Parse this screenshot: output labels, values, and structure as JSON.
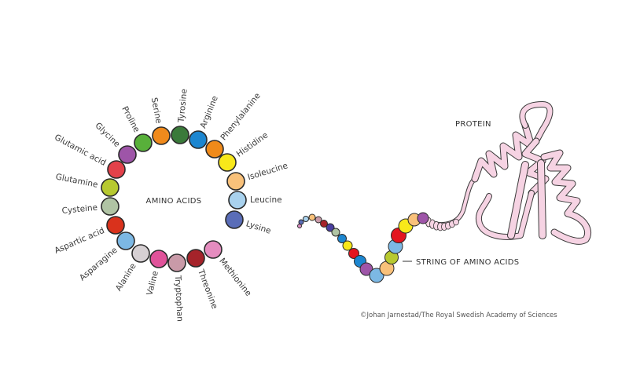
{
  "center_label": "AMINO ACIDS",
  "string_label": "STRING OF AMINO ACIDS",
  "protein_label": "PROTEIN",
  "credit": "©Johan Jarnestad/The Royal Swedish Academy of Sciences",
  "amino_acids": [
    {
      "name": "Serine",
      "color": "#f08a1c"
    },
    {
      "name": "Tyrosine",
      "color": "#3a7a3a"
    },
    {
      "name": "Arginine",
      "color": "#1c86d0"
    },
    {
      "name": "Phenylalanine",
      "color": "#ef8a1a"
    },
    {
      "name": "Histidine",
      "color": "#f8e81a"
    },
    {
      "name": "Isoleucine",
      "color": "#f9c17a"
    },
    {
      "name": "Leucine",
      "color": "#a9d2ee"
    },
    {
      "name": "Lysine",
      "color": "#5a6db8"
    },
    {
      "name": "Methionine",
      "color": "#e58cbf"
    },
    {
      "name": "Threonine",
      "color": "#a5232a"
    },
    {
      "name": "Tryptophan",
      "color": "#c99aa8"
    },
    {
      "name": "Valine",
      "color": "#e0539a"
    },
    {
      "name": "Alanine",
      "color": "#d6d0d3"
    },
    {
      "name": "Asparagine",
      "color": "#7cb8e4"
    },
    {
      "name": "Aspartic acid",
      "color": "#d9321c"
    },
    {
      "name": "Cysteine",
      "color": "#b0c4a4"
    },
    {
      "name": "Glutamine",
      "color": "#b7c930"
    },
    {
      "name": "Glutamic acid",
      "color": "#e3414a"
    },
    {
      "name": "Glycine",
      "color": "#9e55a8"
    },
    {
      "name": "Proline",
      "color": "#58b03a"
    }
  ],
  "string_colors": [
    "#d98cc0",
    "#5a6db8",
    "#a9d2ee",
    "#f9c17a",
    "#c99aa8",
    "#a5232a",
    "#4a3fa0",
    "#b0c4a4",
    "#1c86d0",
    "#f8e81a",
    "#e3141e",
    "#1c86d0",
    "#9e55a8",
    "#7cb8e4",
    "#f9c17a",
    "#b7c930",
    "#7cb8e4",
    "#e3141e",
    "#f8e81a",
    "#f9c17a",
    "#9e55a8"
  ],
  "protein_color": "#f6d3e3"
}
